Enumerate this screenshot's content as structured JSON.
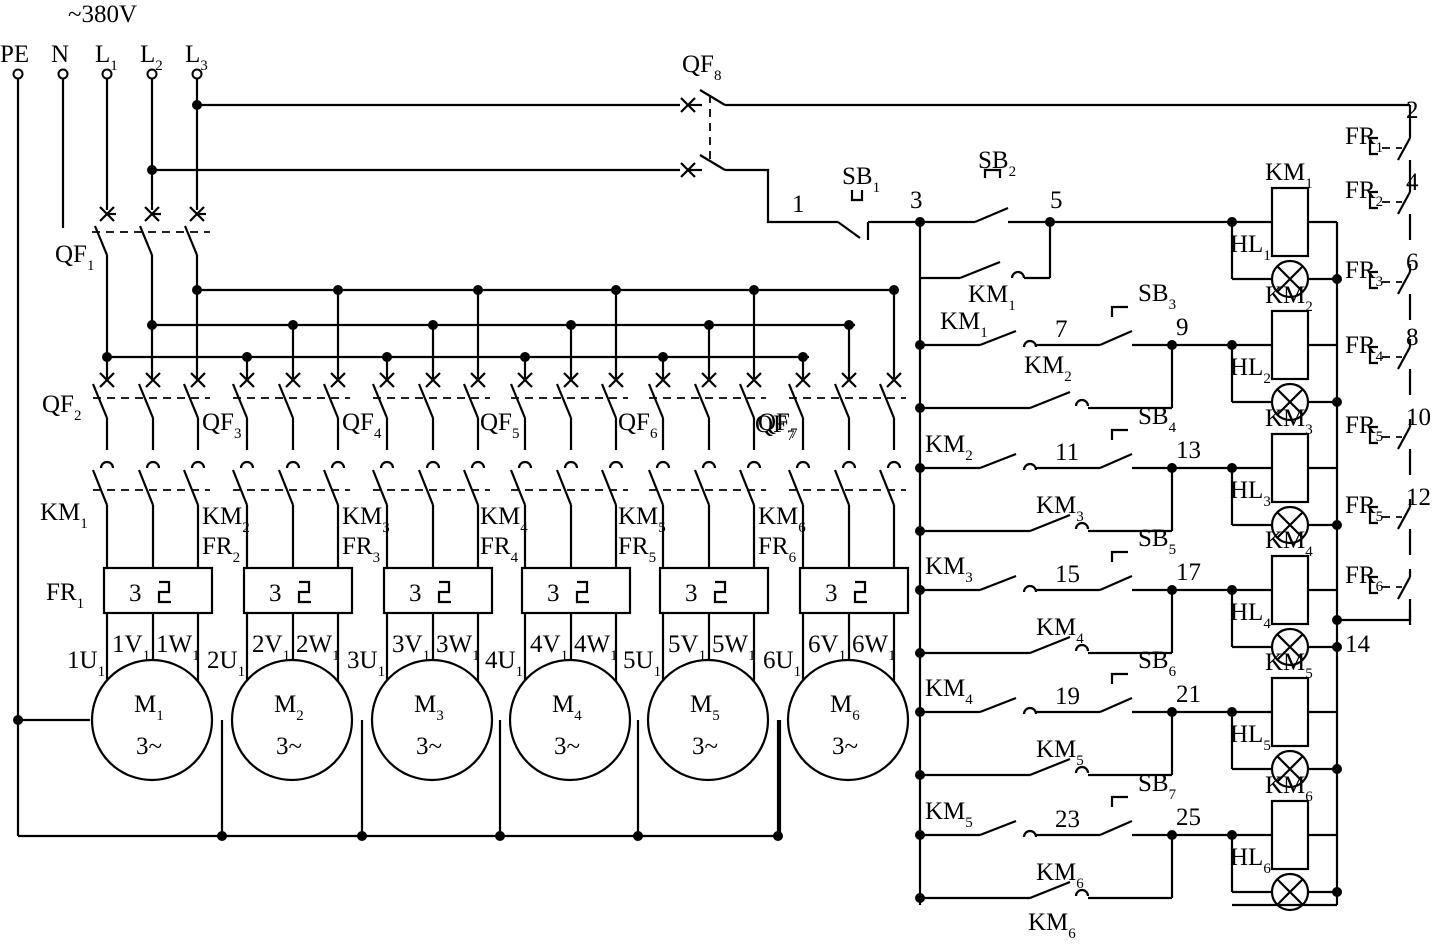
{
  "supply": {
    "voltage": "~380V",
    "terminals": [
      "PE",
      "N",
      "L1",
      "L2",
      "L3"
    ]
  },
  "breakers": {
    "main": "QF1",
    "control": "QF8",
    "branches": [
      "QF2",
      "QF3",
      "QF4",
      "QF5",
      "QF6",
      "QF7"
    ]
  },
  "motors": [
    {
      "name": "M1",
      "spec": "3~",
      "t1": "1U1",
      "t2": "1V1",
      "t3": "1W1",
      "contactor": "KM1",
      "relay": "FR1"
    },
    {
      "name": "M2",
      "spec": "3~",
      "t1": "2U1",
      "t2": "2V1",
      "t3": "2W1",
      "contactor": "KM2",
      "relay": "FR2"
    },
    {
      "name": "M3",
      "spec": "3~",
      "t1": "3U1",
      "t2": "3V1",
      "t3": "3W1",
      "contactor": "KM3",
      "relay": "FR3"
    },
    {
      "name": "M4",
      "spec": "3~",
      "t1": "4U1",
      "t2": "4V1",
      "t3": "4W1",
      "contactor": "KM4",
      "relay": "FR4"
    },
    {
      "name": "M5",
      "spec": "3~",
      "t1": "5U1",
      "t2": "5V1",
      "t3": "5W1",
      "contactor": "KM5",
      "relay": "FR5"
    },
    {
      "name": "M6",
      "spec": "3~",
      "t1": "6U1",
      "t2": "6V1",
      "t3": "6W1",
      "contactor": "KM6",
      "relay": "FR6"
    }
  ],
  "relay_box_text": "3",
  "control": {
    "buttons": [
      "SB1",
      "SB2",
      "SB3",
      "SB4",
      "SB5",
      "SB6",
      "SB7"
    ],
    "contactor_coils": [
      "KM1",
      "KM2",
      "KM3",
      "KM4",
      "KM5",
      "KM6"
    ],
    "lamps": [
      "HL1",
      "HL2",
      "HL3",
      "HL4",
      "HL5",
      "HL6"
    ],
    "relay_contacts": [
      "FR1",
      "FR2",
      "FR3",
      "FR4",
      "FR5",
      "FR5",
      "FR6"
    ],
    "nodes": [
      "1",
      "2",
      "3",
      "4",
      "5",
      "6",
      "7",
      "8",
      "9",
      "10",
      "11",
      "12",
      "13",
      "14",
      "15",
      "17",
      "19",
      "21",
      "23",
      "25"
    ]
  }
}
